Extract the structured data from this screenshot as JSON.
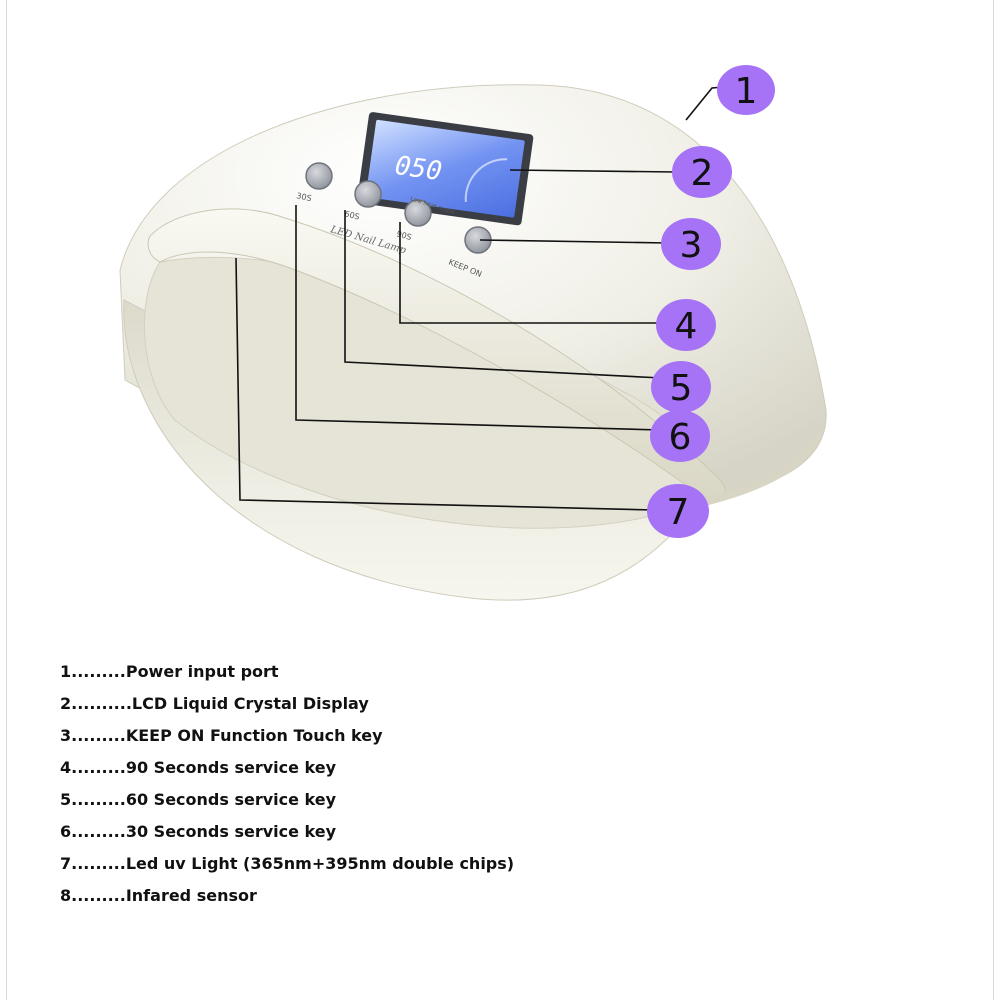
{
  "lamp": {
    "display_reading": "050",
    "button_labels": [
      "30S",
      "60S",
      "90S",
      "KEEP ON"
    ],
    "low_heat_label": "Low heat mode",
    "brand_label": "LED Nail Lamp"
  },
  "callouts": [
    {
      "number": "1"
    },
    {
      "number": "2"
    },
    {
      "number": "3"
    },
    {
      "number": "4"
    },
    {
      "number": "5"
    },
    {
      "number": "6"
    },
    {
      "number": "7"
    }
  ],
  "legend": [
    "1.........Power input port",
    "2..........LCD Liquid Crystal Display",
    "3.........KEEP ON Function Touch key",
    "4.........90 Seconds service key",
    "5.........60 Seconds service key",
    "6.........30 Seconds service key",
    "7.........Led uv  Light (365nm+395nm double chips)",
    "8.........Infared sensor"
  ],
  "colors": {
    "callout_fill": "#a673f7",
    "lamp_body": "#eeede3",
    "lcd_screen": "#6f8ff0"
  }
}
